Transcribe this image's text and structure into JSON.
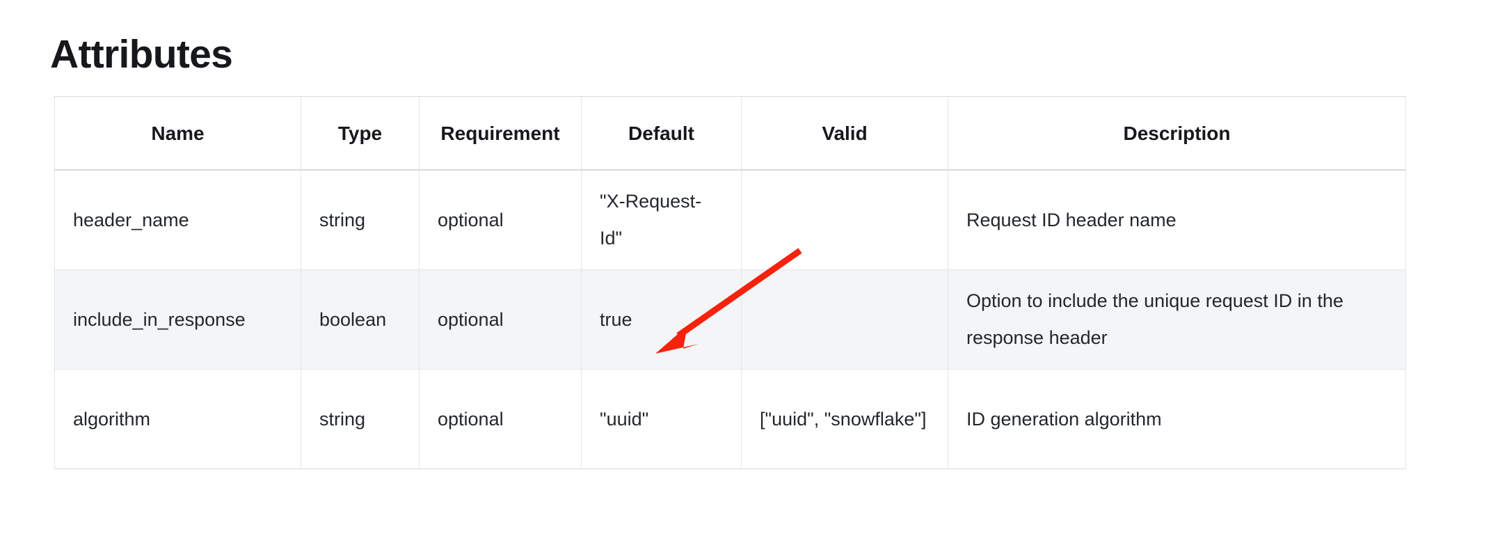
{
  "page": {
    "title": "Attributes",
    "background_color": "#ffffff",
    "text_color": "#23272c"
  },
  "table": {
    "name": "attributes-table",
    "columns": [
      {
        "key": "name",
        "label": "Name"
      },
      {
        "key": "type",
        "label": "Type"
      },
      {
        "key": "requirement",
        "label": "Requirement"
      },
      {
        "key": "default",
        "label": "Default"
      },
      {
        "key": "valid",
        "label": "Valid"
      },
      {
        "key": "description",
        "label": "Description"
      }
    ],
    "rows": [
      {
        "name": "header_name",
        "type": "string",
        "requirement": "optional",
        "default": "\"X-Request-Id\"",
        "valid": "",
        "description": "Request ID header name",
        "highlighted": false
      },
      {
        "name": "include_in_response",
        "type": "boolean",
        "requirement": "optional",
        "default": "true",
        "valid": "",
        "description": "Option to include the unique request ID in the response header",
        "highlighted": true
      },
      {
        "name": "algorithm",
        "type": "string",
        "requirement": "optional",
        "default": "\"uuid\"",
        "valid": "[\"uuid\", \"snowflake\"]",
        "description": "ID generation algorithm",
        "highlighted": false
      }
    ],
    "header_border_color": "#d6dadf",
    "cell_border_color": "#e3e6ea",
    "alt_row_background": "#f4f5f7"
  },
  "annotation": {
    "type": "arrow",
    "color": "#f5220d",
    "points_to": "true",
    "target_row": "include_in_response",
    "target_column": "Default"
  }
}
